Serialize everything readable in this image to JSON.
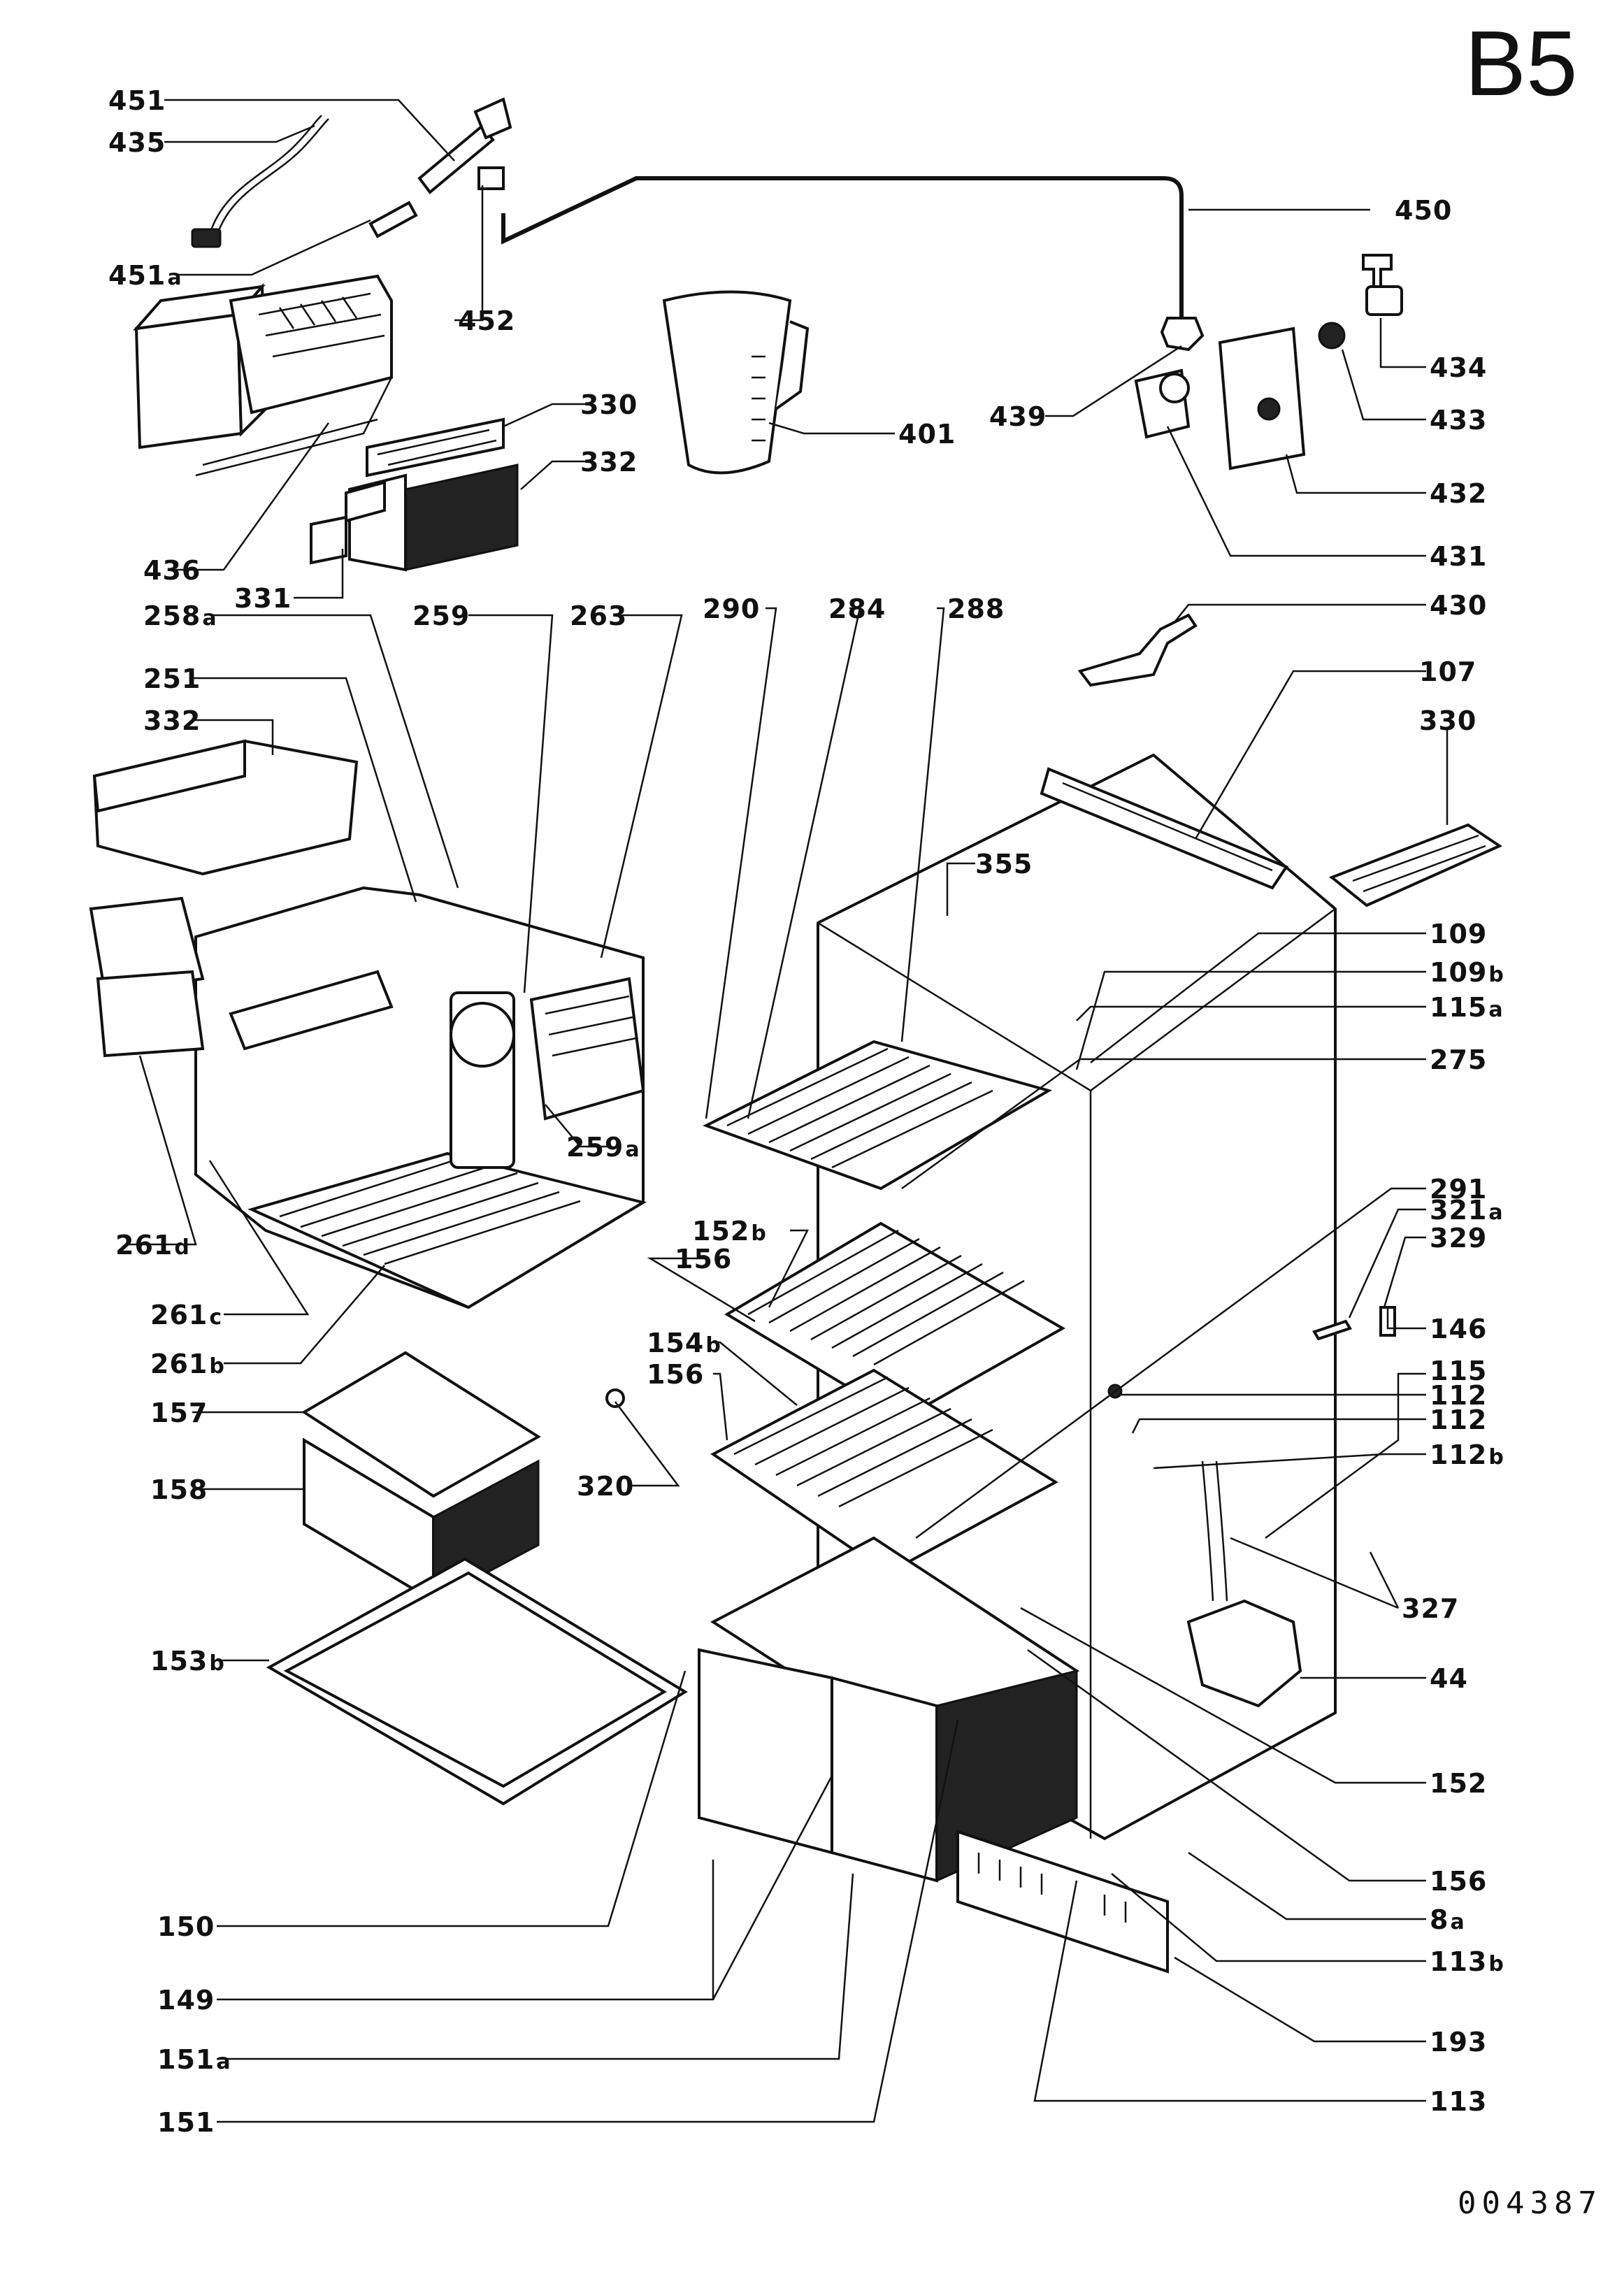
{
  "sheet_id": "B5",
  "drawing_number": "004387",
  "callouts": [
    {
      "id": "c451",
      "num": "451",
      "sub": ""
    },
    {
      "id": "c435",
      "num": "435",
      "sub": ""
    },
    {
      "id": "c451a",
      "num": "451",
      "sub": "a"
    },
    {
      "id": "c452",
      "num": "452",
      "sub": ""
    },
    {
      "id": "c330top",
      "num": "330",
      "sub": ""
    },
    {
      "id": "c332top",
      "num": "332",
      "sub": ""
    },
    {
      "id": "c436",
      "num": "436",
      "sub": ""
    },
    {
      "id": "c331",
      "num": "331",
      "sub": ""
    },
    {
      "id": "c401",
      "num": "401",
      "sub": ""
    },
    {
      "id": "c439",
      "num": "439",
      "sub": ""
    },
    {
      "id": "c450",
      "num": "450",
      "sub": ""
    },
    {
      "id": "c434",
      "num": "434",
      "sub": ""
    },
    {
      "id": "c433",
      "num": "433",
      "sub": ""
    },
    {
      "id": "c432",
      "num": "432",
      "sub": ""
    },
    {
      "id": "c431",
      "num": "431",
      "sub": ""
    },
    {
      "id": "c430",
      "num": "430",
      "sub": ""
    },
    {
      "id": "c258a",
      "num": "258",
      "sub": "a"
    },
    {
      "id": "c259",
      "num": "259",
      "sub": ""
    },
    {
      "id": "c263",
      "num": "263",
      "sub": ""
    },
    {
      "id": "c290",
      "num": "290",
      "sub": ""
    },
    {
      "id": "c284",
      "num": "284",
      "sub": ""
    },
    {
      "id": "c288",
      "num": "288",
      "sub": ""
    },
    {
      "id": "c251",
      "num": "251",
      "sub": ""
    },
    {
      "id": "c332mid",
      "num": "332",
      "sub": ""
    },
    {
      "id": "c107",
      "num": "107",
      "sub": ""
    },
    {
      "id": "c330right",
      "num": "330",
      "sub": ""
    },
    {
      "id": "c355",
      "num": "355",
      "sub": ""
    },
    {
      "id": "c109",
      "num": "109",
      "sub": ""
    },
    {
      "id": "c109b",
      "num": "109",
      "sub": "b"
    },
    {
      "id": "c115a",
      "num": "115",
      "sub": "a"
    },
    {
      "id": "c275",
      "num": "275",
      "sub": ""
    },
    {
      "id": "c259a",
      "num": "259",
      "sub": "a"
    },
    {
      "id": "c291",
      "num": "291",
      "sub": ""
    },
    {
      "id": "c321a",
      "num": "321",
      "sub": "a"
    },
    {
      "id": "c329",
      "num": "329",
      "sub": ""
    },
    {
      "id": "c261d",
      "num": "261",
      "sub": "d"
    },
    {
      "id": "c152b",
      "num": "152",
      "sub": "b"
    },
    {
      "id": "c156a",
      "num": "156",
      "sub": ""
    },
    {
      "id": "c261c",
      "num": "261",
      "sub": "c"
    },
    {
      "id": "c261b",
      "num": "261",
      "sub": "b"
    },
    {
      "id": "c146",
      "num": "146",
      "sub": ""
    },
    {
      "id": "c154b",
      "num": "154",
      "sub": "b"
    },
    {
      "id": "c156b",
      "num": "156",
      "sub": ""
    },
    {
      "id": "c115",
      "num": "115",
      "sub": ""
    },
    {
      "id": "c112a",
      "num": "112",
      "sub": ""
    },
    {
      "id": "c112b",
      "num": "112",
      "sub": ""
    },
    {
      "id": "c112bb",
      "num": "112",
      "sub": "b"
    },
    {
      "id": "c157",
      "num": "157",
      "sub": ""
    },
    {
      "id": "c158",
      "num": "158",
      "sub": ""
    },
    {
      "id": "c320",
      "num": "320",
      "sub": ""
    },
    {
      "id": "c327",
      "num": "327",
      "sub": ""
    },
    {
      "id": "c153b",
      "num": "153",
      "sub": "b"
    },
    {
      "id": "c44",
      "num": "44",
      "sub": ""
    },
    {
      "id": "c152",
      "num": "152",
      "sub": ""
    },
    {
      "id": "c156c",
      "num": "156",
      "sub": ""
    },
    {
      "id": "c8a",
      "num": "8",
      "sub": "a"
    },
    {
      "id": "c150",
      "num": "150",
      "sub": ""
    },
    {
      "id": "c113b",
      "num": "113",
      "sub": "b"
    },
    {
      "id": "c149",
      "num": "149",
      "sub": ""
    },
    {
      "id": "c193",
      "num": "193",
      "sub": ""
    },
    {
      "id": "c151a",
      "num": "151",
      "sub": "a"
    },
    {
      "id": "c113",
      "num": "113",
      "sub": ""
    },
    {
      "id": "c151",
      "num": "151",
      "sub": ""
    }
  ]
}
